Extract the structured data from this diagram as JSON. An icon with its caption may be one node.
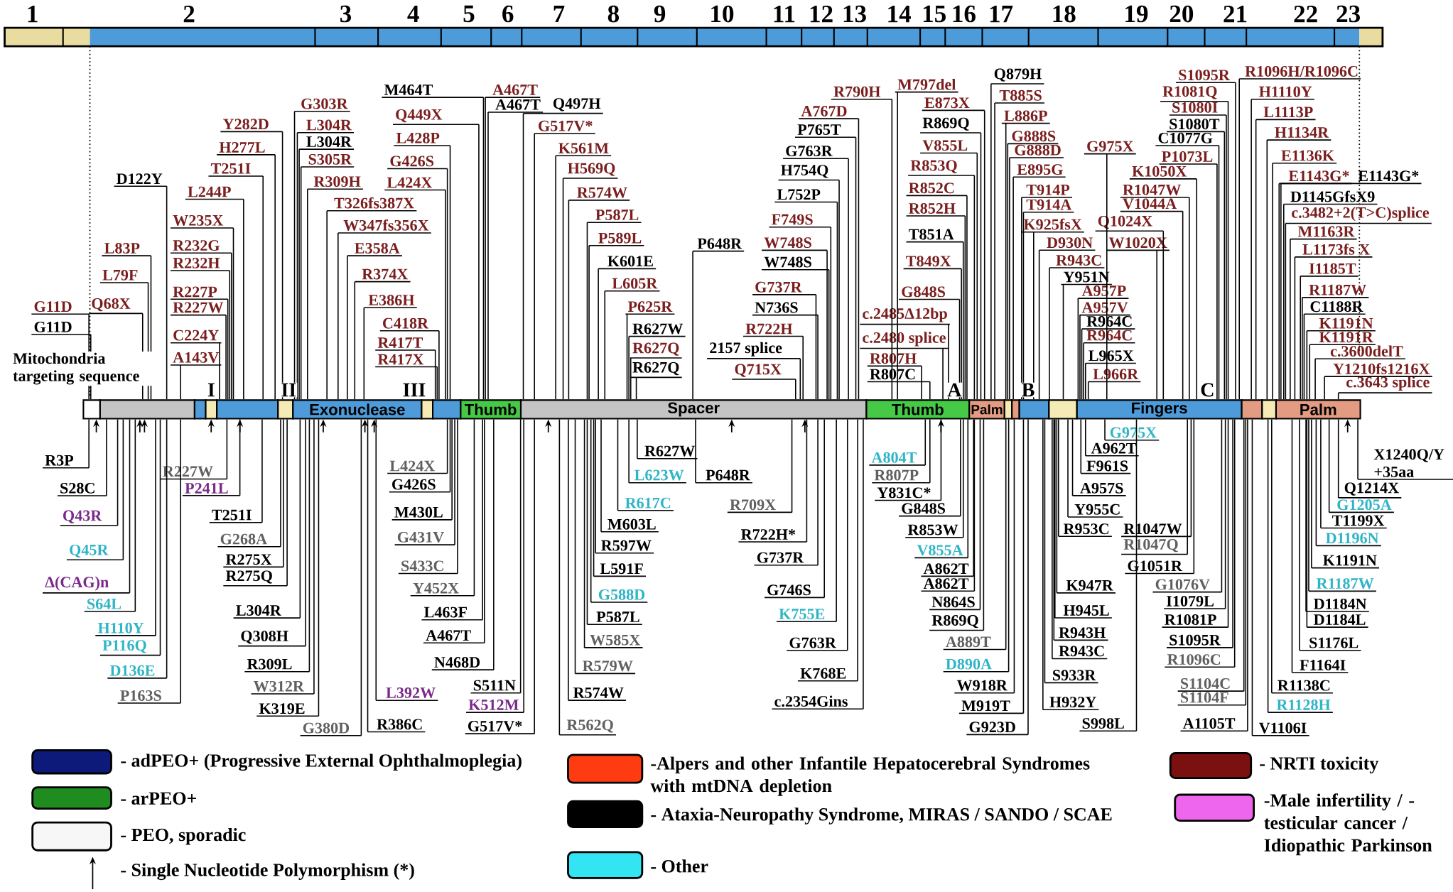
{
  "diagram": {
    "nodes": [
      {
        "text": [
          "G11D"
        ]
      },
      {
        "text": [
          "G11D"
        ]
      },
      {
        "text": [
          "Q68X"
        ]
      },
      {
        "text": [
          "L79F"
        ]
      },
      {
        "text": [
          "L83P"
        ]
      },
      {
        "text": [
          "D122Y"
        ]
      },
      {
        "text": [
          "A143V"
        ]
      },
      {
        "text": [
          "C224Y"
        ]
      },
      {
        "text": [
          "R227P"
        ]
      },
      {
        "text": [
          "R227W"
        ]
      },
      {
        "text": [
          "R232G"
        ]
      },
      {
        "text": [
          "R232H"
        ]
      },
      {
        "text": [
          "W235X"
        ]
      },
      {
        "text": [
          "L244P"
        ]
      },
      {
        "text": [
          "T251I"
        ]
      },
      {
        "text": [
          "H277L"
        ]
      },
      {
        "text": [
          "Y282D"
        ]
      },
      {
        "text": [
          "G303R"
        ]
      },
      {
        "text": [
          "L304R"
        ]
      },
      {
        "text": [
          "L304R"
        ]
      },
      {
        "text": [
          "S305R"
        ]
      },
      {
        "text": [
          "R309H"
        ]
      },
      {
        "text": [
          "T326fs387X"
        ]
      },
      {
        "text": [
          "W347fs356X"
        ]
      },
      {
        "text": [
          "E358A"
        ]
      },
      {
        "text": [
          "R374X"
        ]
      },
      {
        "text": [
          "E386H"
        ]
      },
      {
        "text": [
          "C418R"
        ]
      },
      {
        "text": [
          "R417T"
        ]
      },
      {
        "text": [
          "R417X"
        ]
      },
      {
        "text": [
          "M464T"
        ]
      },
      {
        "text": [
          "Q449X"
        ]
      },
      {
        "text": [
          "L428P"
        ]
      },
      {
        "text": [
          "G426S"
        ]
      },
      {
        "text": [
          "L424X"
        ]
      },
      {
        "text": [
          "A467T"
        ]
      },
      {
        "text": [
          "A467T"
        ]
      },
      {
        "text": [
          "Q497H"
        ]
      },
      {
        "text": [
          "G517V*"
        ]
      },
      {
        "text": [
          "K561M"
        ]
      },
      {
        "text": [
          "H569Q"
        ]
      },
      {
        "text": [
          "R574W"
        ]
      },
      {
        "text": [
          "P587L"
        ]
      },
      {
        "text": [
          "P589L"
        ]
      },
      {
        "text": [
          "K601E"
        ]
      },
      {
        "text": [
          "L605R"
        ]
      },
      {
        "text": [
          "P625R"
        ]
      },
      {
        "text": [
          "R627W"
        ]
      },
      {
        "text": [
          "R627Q"
        ]
      },
      {
        "text": [
          "R627Q"
        ]
      },
      {
        "text": [
          "P648R"
        ]
      },
      {
        "text": [
          "2157 splice"
        ]
      },
      {
        "text": [
          "Q715X"
        ]
      },
      {
        "text": [
          "R722H"
        ]
      },
      {
        "text": [
          "N736S"
        ]
      },
      {
        "text": [
          "G737R"
        ]
      },
      {
        "text": [
          "W748S"
        ]
      },
      {
        "text": [
          "W748S"
        ]
      },
      {
        "text": [
          "F749S"
        ]
      },
      {
        "text": [
          "L752P"
        ]
      },
      {
        "text": [
          "H754Q"
        ]
      },
      {
        "text": [
          "G763R"
        ]
      },
      {
        "text": [
          "P765T"
        ]
      },
      {
        "text": [
          "A767D"
        ]
      },
      {
        "text": [
          "R790H"
        ]
      },
      {
        "text": [
          "c.2485Δ12bp"
        ]
      },
      {
        "text": [
          "c.2480 splice"
        ]
      },
      {
        "text": [
          "R807H"
        ]
      },
      {
        "text": [
          "R807C"
        ]
      },
      {
        "text": [
          "M797del"
        ]
      },
      {
        "text": [
          "E873X"
        ]
      },
      {
        "text": [
          "R869Q"
        ]
      },
      {
        "text": [
          "V855L"
        ]
      },
      {
        "text": [
          "R853Q"
        ]
      },
      {
        "text": [
          "R852C"
        ]
      },
      {
        "text": [
          "R852H"
        ]
      },
      {
        "text": [
          "T851A"
        ]
      },
      {
        "text": [
          "T849X"
        ]
      },
      {
        "text": [
          "G848S"
        ]
      },
      {
        "text": [
          "Q879H"
        ]
      },
      {
        "text": [
          "T885S"
        ]
      },
      {
        "text": [
          "L886P"
        ]
      },
      {
        "text": [
          "G888S"
        ]
      },
      {
        "text": [
          "G888D"
        ]
      },
      {
        "text": [
          "E895G"
        ]
      },
      {
        "text": [
          "T914P"
        ]
      },
      {
        "text": [
          "T914A"
        ]
      },
      {
        "text": [
          "K925fsX"
        ]
      },
      {
        "text": [
          "D930N"
        ]
      },
      {
        "text": [
          "R943C"
        ]
      },
      {
        "text": [
          "Y951N"
        ]
      },
      {
        "text": [
          "A957P"
        ]
      },
      {
        "text": [
          "A957V"
        ]
      },
      {
        "text": [
          "R964C"
        ]
      },
      {
        "text": [
          "R964C"
        ]
      },
      {
        "text": [
          "L965X"
        ]
      },
      {
        "text": [
          "L966R"
        ]
      },
      {
        "text": [
          "G975X"
        ]
      },
      {
        "text": [
          "Q1024X"
        ]
      },
      {
        "text": [
          "W1020X"
        ]
      },
      {
        "text": [
          "R1047W"
        ]
      },
      {
        "text": [
          "V1044A"
        ]
      },
      {
        "text": [
          "K1050X"
        ]
      },
      {
        "text": [
          "P1073L"
        ]
      },
      {
        "text": [
          "C1077G"
        ]
      },
      {
        "text": [
          "S1080T"
        ]
      },
      {
        "text": [
          "S1080I"
        ]
      },
      {
        "text": [
          "R1081Q"
        ]
      },
      {
        "text": [
          "S1095R"
        ]
      },
      {
        "text": [
          "R1096H/R1096C"
        ]
      },
      {
        "text": [
          "H1110Y"
        ]
      },
      {
        "text": [
          "L1113P"
        ]
      },
      {
        "text": [
          "H1134R"
        ]
      },
      {
        "text": [
          "E1136K"
        ]
      },
      {
        "text": [
          "E1143G*"
        ]
      },
      {
        "text": [
          "E1143G*"
        ]
      },
      {
        "text": [
          "D1145GfsX9"
        ]
      },
      {
        "text": [
          "c.3482+2(T>C)splice"
        ]
      },
      {
        "text": [
          "M1163R"
        ]
      },
      {
        "text": [
          "L1173fs X"
        ]
      },
      {
        "text": [
          "I1185T"
        ]
      },
      {
        "text": [
          "R1187W"
        ]
      },
      {
        "text": [
          "C1188R"
        ]
      },
      {
        "text": [
          "K1191N"
        ]
      },
      {
        "text": [
          "K1191R"
        ]
      },
      {
        "text": [
          "c.3600delT"
        ]
      },
      {
        "text": [
          "Y1210fs1216X"
        ]
      },
      {
        "text": [
          "c.3643 splice"
        ]
      },
      {
        "text": [
          "Exonuclease"
        ]
      },
      {
        "text": [
          "Thumb"
        ]
      },
      {
        "text": [
          "Spacer"
        ]
      },
      {
        "text": [
          "Thumb"
        ]
      },
      {
        "text": [
          "Palm"
        ]
      },
      {
        "text": [
          "Fingers"
        ]
      },
      {
        "text": [
          "Palm"
        ]
      },
      {
        "text": [
          "R3P"
        ]
      },
      {
        "text": [
          "S28C"
        ]
      },
      {
        "text": [
          "Q43R"
        ]
      },
      {
        "text": [
          "Q45R"
        ]
      },
      {
        "text": [
          "Δ(CAG)n"
        ]
      },
      {
        "text": [
          "S64L"
        ]
      },
      {
        "text": [
          "H110Y"
        ]
      },
      {
        "text": [
          "P116Q"
        ]
      },
      {
        "text": [
          "D136E"
        ]
      },
      {
        "text": [
          "P163S"
        ]
      },
      {
        "text": [
          "R227W"
        ]
      },
      {
        "text": [
          "P241L"
        ]
      },
      {
        "text": [
          "T251I"
        ]
      },
      {
        "text": [
          "G268A"
        ]
      },
      {
        "text": [
          "R275X"
        ]
      },
      {
        "text": [
          "R275Q"
        ]
      },
      {
        "text": [
          "L304R"
        ]
      },
      {
        "text": [
          "Q308H"
        ]
      },
      {
        "text": [
          "R309L"
        ]
      },
      {
        "text": [
          "W312R"
        ]
      },
      {
        "text": [
          "K319E"
        ]
      },
      {
        "text": [
          "G380D"
        ]
      },
      {
        "text": [
          "R386C"
        ]
      },
      {
        "text": [
          "L392W"
        ]
      },
      {
        "text": [
          "L424X"
        ]
      },
      {
        "text": [
          "G426S"
        ]
      },
      {
        "text": [
          "M430L"
        ]
      },
      {
        "text": [
          "G431V"
        ]
      },
      {
        "text": [
          "S433C"
        ]
      },
      {
        "text": [
          "Y452X"
        ]
      },
      {
        "text": [
          "L463F"
        ]
      },
      {
        "text": [
          "A467T"
        ]
      },
      {
        "text": [
          "N468D"
        ]
      },
      {
        "text": [
          "S511N"
        ]
      },
      {
        "text": [
          "K512M"
        ]
      },
      {
        "text": [
          "G517V*"
        ]
      },
      {
        "text": [
          "R562Q"
        ]
      },
      {
        "text": [
          "R574W"
        ]
      },
      {
        "text": [
          "R579W"
        ]
      },
      {
        "text": [
          "W585X"
        ]
      },
      {
        "text": [
          "P587L"
        ]
      },
      {
        "text": [
          "G588D"
        ]
      },
      {
        "text": [
          "L591F"
        ]
      },
      {
        "text": [
          "R597W"
        ]
      },
      {
        "text": [
          "M603L"
        ]
      },
      {
        "text": [
          "R617C"
        ]
      },
      {
        "text": [
          "L623W"
        ]
      },
      {
        "text": [
          "R627W"
        ]
      },
      {
        "text": [
          "P648R"
        ]
      },
      {
        "text": [
          "R709X"
        ]
      },
      {
        "text": [
          "R722H*"
        ]
      },
      {
        "text": [
          "G737R"
        ]
      },
      {
        "text": [
          "G746S"
        ]
      },
      {
        "text": [
          "K755E"
        ]
      },
      {
        "text": [
          "G763R"
        ]
      },
      {
        "text": [
          "K768E"
        ]
      },
      {
        "text": [
          "c.2354Gins"
        ]
      },
      {
        "text": [
          "A804T"
        ]
      },
      {
        "text": [
          "R807P"
        ]
      },
      {
        "text": [
          "Y831C*"
        ]
      },
      {
        "text": [
          "G848S"
        ]
      },
      {
        "text": [
          "R853W"
        ]
      },
      {
        "text": [
          "V855A"
        ]
      },
      {
        "text": [
          "A862T"
        ]
      },
      {
        "text": [
          "A862T"
        ]
      },
      {
        "text": [
          "N864S"
        ]
      },
      {
        "text": [
          "R869Q"
        ]
      },
      {
        "text": [
          "A889T"
        ]
      },
      {
        "text": [
          "D890A"
        ]
      },
      {
        "text": [
          "W918R"
        ]
      },
      {
        "text": [
          "M919T"
        ]
      },
      {
        "text": [
          "G923D"
        ]
      },
      {
        "text": [
          "G975X"
        ]
      },
      {
        "text": [
          "A962T"
        ]
      },
      {
        "text": [
          "F961S"
        ]
      },
      {
        "text": [
          "A957S"
        ]
      },
      {
        "text": [
          "Y955C"
        ]
      },
      {
        "text": [
          "R953C"
        ]
      },
      {
        "text": [
          "R1047W"
        ]
      },
      {
        "text": [
          "R1047Q"
        ]
      },
      {
        "text": [
          "G1051R"
        ]
      },
      {
        "text": [
          "K947R"
        ]
      },
      {
        "text": [
          "H945L"
        ]
      },
      {
        "text": [
          "R943H"
        ]
      },
      {
        "text": [
          "R943C"
        ]
      },
      {
        "text": [
          "S933R"
        ]
      },
      {
        "text": [
          "H932Y"
        ]
      },
      {
        "text": [
          "S998L"
        ]
      },
      {
        "text": [
          "G1076V"
        ]
      },
      {
        "text": [
          "I1079L"
        ]
      },
      {
        "text": [
          "R1081P"
        ]
      },
      {
        "text": [
          "S1095R"
        ]
      },
      {
        "text": [
          "R1096C"
        ]
      },
      {
        "text": [
          "S1104C"
        ]
      },
      {
        "text": [
          "S1104F"
        ]
      },
      {
        "text": [
          "A1105T"
        ]
      },
      {
        "text": [
          "V1106I"
        ]
      },
      {
        "text": [
          "R1128H"
        ]
      },
      {
        "text": [
          "R1138C"
        ]
      },
      {
        "text": [
          "F1164I"
        ]
      },
      {
        "text": [
          "S1176L"
        ]
      },
      {
        "text": [
          "D1184N"
        ]
      },
      {
        "text": [
          "D1184L"
        ]
      },
      {
        "text": [
          "R1187W"
        ]
      },
      {
        "text": [
          "K1191N"
        ]
      },
      {
        "text": [
          "D1196N"
        ]
      },
      {
        "text": [
          "T1199X"
        ]
      },
      {
        "text": [
          "G1205A"
        ]
      },
      {
        "text": [
          "Q1214X"
        ]
      },
      {
        "text": [
          "X1240Q/Y +35aa"
        ]
      },
      {
        "text": [],
        "shape": "box"
      },
      {
        "text": [],
        "shape": "box"
      },
      {
        "text": [],
        "shape": "box"
      },
      {
        "text": [],
        "shape": "box"
      },
      {
        "text": [],
        "shape": "box"
      },
      {
        "text": [],
        "shape": "box"
      },
      {
        "text": [],
        "shape": "box"
      },
      {
        "text": [],
        "shape": "box"
      },
      {
        "text": [],
        "shape": "box"
      },
      {
        "text": [],
        "shape": "box"
      },
      {
        "text": [],
        "shape": "box"
      },
      {
        "text": [],
        "shape": "box"
      },
      {
        "text": [],
        "shape": "box"
      },
      {
        "text": [],
        "shape": "box"
      }
    ],
    "edges": [
      {
        "from": 0,
        "to": 245,
        "arrow": "none"
      },
      {
        "from": 1,
        "to": 245,
        "arrow": "none"
      },
      {
        "from": 2,
        "to": 246,
        "arrow": "none"
      },
      {
        "from": 3,
        "to": 246,
        "arrow": "none"
      },
      {
        "from": 4,
        "to": 246,
        "arrow": "none"
      },
      {
        "from": 5,
        "to": 246,
        "arrow": "none"
      },
      {
        "from": 6,
        "to": 246,
        "arrow": "none"
      },
      {
        "from": 7,
        "to": 249,
        "arrow": "none"
      },
      {
        "from": 8,
        "to": 249,
        "arrow": "none"
      },
      {
        "from": 9,
        "to": 249,
        "arrow": "none"
      },
      {
        "from": 10,
        "to": 249,
        "arrow": "none"
      },
      {
        "from": 11,
        "to": 249,
        "arrow": "none"
      },
      {
        "from": 12,
        "to": 249,
        "arrow": "none"
      },
      {
        "from": 13,
        "to": 249,
        "arrow": "none"
      },
      {
        "from": 14,
        "to": 249,
        "arrow": "none"
      },
      {
        "from": 15,
        "to": 249,
        "arrow": "none"
      },
      {
        "from": 16,
        "to": 250,
        "arrow": "none"
      },
      {
        "from": 17,
        "to": 128,
        "arrow": "none"
      },
      {
        "from": 18,
        "to": 128,
        "arrow": "none"
      },
      {
        "from": 19,
        "to": 128,
        "arrow": "none"
      },
      {
        "from": 20,
        "to": 128,
        "arrow": "none"
      },
      {
        "from": 21,
        "to": 128,
        "arrow": "none"
      },
      {
        "from": 22,
        "to": 128,
        "arrow": "none"
      },
      {
        "from": 23,
        "to": 128,
        "arrow": "none"
      },
      {
        "from": 24,
        "to": 128,
        "arrow": "none"
      },
      {
        "from": 25,
        "to": 128,
        "arrow": "none"
      },
      {
        "from": 26,
        "to": 128,
        "arrow": "none"
      },
      {
        "from": 27,
        "to": 252,
        "arrow": "none"
      },
      {
        "from": 28,
        "to": 252,
        "arrow": "none"
      },
      {
        "from": 29,
        "to": 252,
        "arrow": "none"
      },
      {
        "from": 30,
        "to": 129,
        "arrow": "none"
      },
      {
        "from": 31,
        "to": 129,
        "arrow": "none"
      },
      {
        "from": 32,
        "to": 252,
        "arrow": "none"
      },
      {
        "from": 33,
        "to": 252,
        "arrow": "none"
      },
      {
        "from": 34,
        "to": 252,
        "arrow": "none"
      },
      {
        "from": 35,
        "to": 129,
        "arrow": "none"
      },
      {
        "from": 36,
        "to": 129,
        "arrow": "none"
      },
      {
        "from": 37,
        "to": 130,
        "arrow": "none"
      },
      {
        "from": 38,
        "to": 130,
        "arrow": "none"
      },
      {
        "from": 39,
        "to": 130,
        "arrow": "none"
      },
      {
        "from": 40,
        "to": 130,
        "arrow": "none"
      },
      {
        "from": 41,
        "to": 130,
        "arrow": "none"
      },
      {
        "from": 42,
        "to": 130,
        "arrow": "none"
      },
      {
        "from": 43,
        "to": 130,
        "arrow": "none"
      },
      {
        "from": 44,
        "to": 130,
        "arrow": "none"
      },
      {
        "from": 45,
        "to": 130,
        "arrow": "none"
      },
      {
        "from": 46,
        "to": 130,
        "arrow": "none"
      },
      {
        "from": 47,
        "to": 130,
        "arrow": "none"
      },
      {
        "from": 48,
        "to": 130,
        "arrow": "none"
      },
      {
        "from": 49,
        "to": 130,
        "arrow": "none"
      },
      {
        "from": 50,
        "to": 130,
        "arrow": "none"
      },
      {
        "from": 51,
        "to": 130,
        "arrow": "none"
      },
      {
        "from": 52,
        "to": 130,
        "arrow": "none"
      },
      {
        "from": 53,
        "to": 130,
        "arrow": "none"
      },
      {
        "from": 54,
        "to": 130,
        "arrow": "none"
      },
      {
        "from": 55,
        "to": 130,
        "arrow": "none"
      },
      {
        "from": 56,
        "to": 130,
        "arrow": "none"
      },
      {
        "from": 57,
        "to": 130,
        "arrow": "none"
      },
      {
        "from": 58,
        "to": 130,
        "arrow": "none"
      },
      {
        "from": 59,
        "to": 130,
        "arrow": "none"
      },
      {
        "from": 60,
        "to": 130,
        "arrow": "none"
      },
      {
        "from": 61,
        "to": 130,
        "arrow": "none"
      },
      {
        "from": 62,
        "to": 130,
        "arrow": "none"
      },
      {
        "from": 63,
        "to": 130,
        "arrow": "none"
      },
      {
        "from": 64,
        "to": 131,
        "arrow": "none"
      },
      {
        "from": 65,
        "to": 131,
        "arrow": "none"
      },
      {
        "from": 66,
        "to": 131,
        "arrow": "none"
      },
      {
        "from": 67,
        "to": 131,
        "arrow": "none"
      },
      {
        "from": 68,
        "to": 131,
        "arrow": "none"
      },
      {
        "from": 69,
        "to": 131,
        "arrow": "none"
      },
      {
        "from": 70,
        "to": 132,
        "arrow": "none"
      },
      {
        "from": 71,
        "to": 132,
        "arrow": "none"
      },
      {
        "from": 72,
        "to": 132,
        "arrow": "none"
      },
      {
        "from": 73,
        "to": 132,
        "arrow": "none"
      },
      {
        "from": 74,
        "to": 131,
        "arrow": "none"
      },
      {
        "from": 75,
        "to": 131,
        "arrow": "none"
      },
      {
        "from": 76,
        "to": 131,
        "arrow": "none"
      },
      {
        "from": 77,
        "to": 131,
        "arrow": "none"
      },
      {
        "from": 78,
        "to": 131,
        "arrow": "none"
      },
      {
        "from": 79,
        "to": 132,
        "arrow": "none"
      },
      {
        "from": 80,
        "to": 132,
        "arrow": "none"
      },
      {
        "from": 81,
        "to": 253,
        "arrow": "none"
      },
      {
        "from": 82,
        "to": 253,
        "arrow": "none"
      },
      {
        "from": 83,
        "to": 253,
        "arrow": "none"
      },
      {
        "from": 84,
        "to": 254,
        "arrow": "none"
      },
      {
        "from": 85,
        "to": 255,
        "arrow": "none"
      },
      {
        "from": 86,
        "to": 255,
        "arrow": "none"
      },
      {
        "from": 87,
        "to": 255,
        "arrow": "none"
      },
      {
        "from": 88,
        "to": 255,
        "arrow": "none"
      },
      {
        "from": 89,
        "to": 255,
        "arrow": "none"
      },
      {
        "from": 90,
        "to": 256,
        "arrow": "none"
      },
      {
        "from": 91,
        "to": 133,
        "arrow": "none"
      },
      {
        "from": 92,
        "to": 133,
        "arrow": "none"
      },
      {
        "from": 93,
        "to": 133,
        "arrow": "none"
      },
      {
        "from": 94,
        "to": 133,
        "arrow": "none"
      },
      {
        "from": 95,
        "to": 133,
        "arrow": "none"
      },
      {
        "from": 96,
        "to": 133,
        "arrow": "none"
      },
      {
        "from": 97,
        "to": 133,
        "arrow": "none"
      },
      {
        "from": 98,
        "to": 133,
        "arrow": "none"
      },
      {
        "from": 99,
        "to": 133,
        "arrow": "none"
      },
      {
        "from": 100,
        "to": 133,
        "arrow": "none"
      },
      {
        "from": 101,
        "to": 133,
        "arrow": "none"
      },
      {
        "from": 102,
        "to": 133,
        "arrow": "none"
      },
      {
        "from": 103,
        "to": 133,
        "arrow": "none"
      },
      {
        "from": 104,
        "to": 133,
        "arrow": "none"
      },
      {
        "from": 105,
        "to": 133,
        "arrow": "none"
      },
      {
        "from": 106,
        "to": 133,
        "arrow": "none"
      },
      {
        "from": 107,
        "to": 133,
        "arrow": "none"
      },
      {
        "from": 108,
        "to": 133,
        "arrow": "none"
      },
      {
        "from": 109,
        "to": 133,
        "arrow": "none"
      },
      {
        "from": 110,
        "to": 257,
        "arrow": "none"
      },
      {
        "from": 111,
        "to": 257,
        "arrow": "none"
      },
      {
        "from": 112,
        "to": 258,
        "arrow": "none"
      },
      {
        "from": 113,
        "to": 258,
        "arrow": "none"
      },
      {
        "from": 114,
        "to": 134,
        "arrow": "none"
      },
      {
        "from": 115,
        "to": 134,
        "arrow": "none"
      },
      {
        "from": 116,
        "to": 134,
        "arrow": "none"
      },
      {
        "from": 117,
        "to": 134,
        "arrow": "none"
      },
      {
        "from": 118,
        "to": 134,
        "arrow": "none"
      },
      {
        "from": 119,
        "to": 134,
        "arrow": "none"
      },
      {
        "from": 120,
        "to": 134,
        "arrow": "none"
      },
      {
        "from": 121,
        "to": 134,
        "arrow": "none"
      },
      {
        "from": 122,
        "to": 134,
        "arrow": "none"
      },
      {
        "from": 123,
        "to": 134,
        "arrow": "none"
      },
      {
        "from": 124,
        "to": 134,
        "arrow": "none"
      },
      {
        "from": 125,
        "to": 134,
        "arrow": "none"
      },
      {
        "from": 126,
        "to": 134,
        "arrow": "none"
      },
      {
        "from": 127,
        "to": 134,
        "arrow": "none"
      },
      {
        "from": 135,
        "to": 245,
        "arrow": "none"
      },
      {
        "from": 136,
        "to": 246,
        "arrow": "none"
      },
      {
        "from": 137,
        "to": 246,
        "arrow": "none"
      },
      {
        "from": 138,
        "to": 246,
        "arrow": "none"
      },
      {
        "from": 139,
        "to": 246,
        "arrow": "none"
      },
      {
        "from": 140,
        "to": 246,
        "arrow": "none"
      },
      {
        "from": 141,
        "to": 246,
        "arrow": "none"
      },
      {
        "from": 142,
        "to": 246,
        "arrow": "none"
      },
      {
        "from": 143,
        "to": 246,
        "arrow": "none"
      },
      {
        "from": 144,
        "to": 246,
        "arrow": "none"
      },
      {
        "from": 145,
        "to": 249,
        "arrow": "none"
      },
      {
        "from": 146,
        "to": 249,
        "arrow": "none"
      },
      {
        "from": 147,
        "to": 249,
        "arrow": "none"
      },
      {
        "from": 148,
        "to": 250,
        "arrow": "none"
      },
      {
        "from": 149,
        "to": 250,
        "arrow": "none"
      },
      {
        "from": 150,
        "to": 250,
        "arrow": "none"
      },
      {
        "from": 151,
        "to": 128,
        "arrow": "none"
      },
      {
        "from": 152,
        "to": 128,
        "arrow": "none"
      },
      {
        "from": 153,
        "to": 128,
        "arrow": "none"
      },
      {
        "from": 154,
        "to": 128,
        "arrow": "none"
      },
      {
        "from": 155,
        "to": 128,
        "arrow": "none"
      },
      {
        "from": 156,
        "to": 128,
        "arrow": "none"
      },
      {
        "from": 157,
        "to": 128,
        "arrow": "none"
      },
      {
        "from": 158,
        "to": 128,
        "arrow": "none"
      },
      {
        "from": 159,
        "to": 252,
        "arrow": "none"
      },
      {
        "from": 160,
        "to": 252,
        "arrow": "none"
      },
      {
        "from": 161,
        "to": 252,
        "arrow": "none"
      },
      {
        "from": 162,
        "to": 252,
        "arrow": "none"
      },
      {
        "from": 163,
        "to": 252,
        "arrow": "none"
      },
      {
        "from": 164,
        "to": 129,
        "arrow": "none"
      },
      {
        "from": 165,
        "to": 129,
        "arrow": "none"
      },
      {
        "from": 166,
        "to": 129,
        "arrow": "none"
      },
      {
        "from": 167,
        "to": 129,
        "arrow": "none"
      },
      {
        "from": 168,
        "to": 129,
        "arrow": "none"
      },
      {
        "from": 169,
        "to": 129,
        "arrow": "none"
      },
      {
        "from": 170,
        "to": 130,
        "arrow": "none"
      },
      {
        "from": 171,
        "to": 130,
        "arrow": "none"
      },
      {
        "from": 172,
        "to": 130,
        "arrow": "none"
      },
      {
        "from": 173,
        "to": 130,
        "arrow": "none"
      },
      {
        "from": 174,
        "to": 130,
        "arrow": "none"
      },
      {
        "from": 175,
        "to": 130,
        "arrow": "none"
      },
      {
        "from": 176,
        "to": 130,
        "arrow": "none"
      },
      {
        "from": 177,
        "to": 130,
        "arrow": "none"
      },
      {
        "from": 178,
        "to": 130,
        "arrow": "none"
      },
      {
        "from": 179,
        "to": 130,
        "arrow": "none"
      },
      {
        "from": 180,
        "to": 130,
        "arrow": "none"
      },
      {
        "from": 181,
        "to": 130,
        "arrow": "none"
      },
      {
        "from": 182,
        "to": 130,
        "arrow": "none"
      },
      {
        "from": 183,
        "to": 130,
        "arrow": "none"
      },
      {
        "from": 184,
        "to": 130,
        "arrow": "none"
      },
      {
        "from": 185,
        "to": 130,
        "arrow": "none"
      },
      {
        "from": 186,
        "to": 130,
        "arrow": "none"
      },
      {
        "from": 187,
        "to": 130,
        "arrow": "none"
      },
      {
        "from": 188,
        "to": 130,
        "arrow": "none"
      },
      {
        "from": 189,
        "to": 130,
        "arrow": "none"
      },
      {
        "from": 190,
        "to": 130,
        "arrow": "none"
      },
      {
        "from": 191,
        "to": 130,
        "arrow": "none"
      },
      {
        "from": 192,
        "to": 131,
        "arrow": "none"
      },
      {
        "from": 193,
        "to": 131,
        "arrow": "none"
      },
      {
        "from": 194,
        "to": 131,
        "arrow": "none"
      },
      {
        "from": 195,
        "to": 131,
        "arrow": "none"
      },
      {
        "from": 196,
        "to": 131,
        "arrow": "none"
      },
      {
        "from": 197,
        "to": 131,
        "arrow": "none"
      },
      {
        "from": 198,
        "to": 132,
        "arrow": "none"
      },
      {
        "from": 199,
        "to": 132,
        "arrow": "none"
      },
      {
        "from": 200,
        "to": 132,
        "arrow": "none"
      },
      {
        "from": 201,
        "to": 132,
        "arrow": "none"
      },
      {
        "from": 202,
        "to": 253,
        "arrow": "none"
      },
      {
        "from": 203,
        "to": 253,
        "arrow": "none"
      },
      {
        "from": 204,
        "to": 254,
        "arrow": "none"
      },
      {
        "from": 205,
        "to": 255,
        "arrow": "none"
      },
      {
        "from": 206,
        "to": 255,
        "arrow": "none"
      },
      {
        "from": 207,
        "to": 133,
        "arrow": "none"
      },
      {
        "from": 208,
        "to": 133,
        "arrow": "none"
      },
      {
        "from": 209,
        "to": 133,
        "arrow": "none"
      },
      {
        "from": 210,
        "to": 256,
        "arrow": "none"
      },
      {
        "from": 211,
        "to": 256,
        "arrow": "none"
      },
      {
        "from": 212,
        "to": 256,
        "arrow": "none"
      },
      {
        "from": 213,
        "to": 133,
        "arrow": "none"
      },
      {
        "from": 214,
        "to": 133,
        "arrow": "none"
      },
      {
        "from": 215,
        "to": 133,
        "arrow": "none"
      },
      {
        "from": 216,
        "to": 256,
        "arrow": "none"
      },
      {
        "from": 217,
        "to": 256,
        "arrow": "none"
      },
      {
        "from": 218,
        "to": 256,
        "arrow": "none"
      },
      {
        "from": 219,
        "to": 256,
        "arrow": "none"
      },
      {
        "from": 220,
        "to": 255,
        "arrow": "none"
      },
      {
        "from": 221,
        "to": 255,
        "arrow": "none"
      },
      {
        "from": 222,
        "to": 133,
        "arrow": "none"
      },
      {
        "from": 223,
        "to": 133,
        "arrow": "none"
      },
      {
        "from": 224,
        "to": 133,
        "arrow": "none"
      },
      {
        "from": 225,
        "to": 133,
        "arrow": "none"
      },
      {
        "from": 226,
        "to": 133,
        "arrow": "none"
      },
      {
        "from": 227,
        "to": 133,
        "arrow": "none"
      },
      {
        "from": 228,
        "to": 257,
        "arrow": "none"
      },
      {
        "from": 229,
        "to": 257,
        "arrow": "none"
      },
      {
        "from": 230,
        "to": 257,
        "arrow": "none"
      },
      {
        "from": 231,
        "to": 257,
        "arrow": "none"
      },
      {
        "from": 232,
        "to": 258,
        "arrow": "none"
      },
      {
        "from": 233,
        "to": 258,
        "arrow": "none"
      },
      {
        "from": 234,
        "to": 134,
        "arrow": "none"
      },
      {
        "from": 235,
        "to": 134,
        "arrow": "none"
      },
      {
        "from": 236,
        "to": 134,
        "arrow": "none"
      },
      {
        "from": 237,
        "to": 134,
        "arrow": "none"
      },
      {
        "from": 238,
        "to": 134,
        "arrow": "none"
      },
      {
        "from": 239,
        "to": 134,
        "arrow": "none"
      },
      {
        "from": 240,
        "to": 134,
        "arrow": "none"
      },
      {
        "from": 241,
        "to": 134,
        "arrow": "none"
      },
      {
        "from": 242,
        "to": 134,
        "arrow": "none"
      },
      {
        "from": 243,
        "to": 134,
        "arrow": "none"
      },
      {
        "from": 244,
        "to": 134,
        "arrow": "none"
      },
      {
        "from": null,
        "to": 245,
        "arrow": "to"
      },
      {
        "from": null,
        "to": 246,
        "arrow": "to"
      },
      {
        "from": null,
        "to": 246,
        "arrow": "to"
      },
      {
        "from": null,
        "to": 248,
        "arrow": "to"
      },
      {
        "from": null,
        "to": 249,
        "arrow": "to"
      },
      {
        "from": null,
        "to": 128,
        "arrow": "to"
      },
      {
        "from": null,
        "to": 128,
        "arrow": "to"
      },
      {
        "from": null,
        "to": 128,
        "arrow": "to"
      },
      {
        "from": null,
        "to": 130,
        "arrow": "to"
      },
      {
        "from": null,
        "to": 130,
        "arrow": "to"
      },
      {
        "from": null,
        "to": 130,
        "arrow": "to"
      },
      {
        "from": null,
        "to": 131,
        "arrow": "to"
      },
      {
        "from": null,
        "to": 134,
        "arrow": "to"
      }
    ],
    "labels": [
      "1",
      "2",
      "3",
      "4",
      "5",
      "6",
      "7",
      "8",
      "9",
      "10",
      "11",
      "12",
      "13",
      "14",
      "15",
      "16",
      "17",
      "18",
      "19",
      "20",
      "21",
      "22",
      "23",
      "Mitochondria targeting sequence",
      "I",
      "II",
      "III",
      "A",
      "B",
      "C"
    ],
    "legend": [
      {
        "text": "- adPEO+ (Progressive External Ophthalmoplegia)",
        "color": "#0d1a7a"
      },
      {
        "text": "- arPEO+",
        "color": "#1e8c1e"
      },
      {
        "text": "- PEO, sporadic",
        "color": "#f7f7f7"
      },
      {
        "text": "- Single Nucleotide Polymorphism (*)"
      },
      {
        "text": "-Alpers and other Infantile Hepatocerebral Syndromes with mtDNA depletion",
        "color": "#ff3b12"
      },
      {
        "text": "- Ataxia-Neuropathy Syndrome, MIRAS / SANDO / SCAE",
        "color": "#000000"
      },
      {
        "text": "- Other",
        "color": "#33e4f2"
      },
      {
        "text": "- NRTI toxicity",
        "color": "#7a1010"
      },
      {
        "text": "-Male infertility / - testicular cancer / Idiopathic Parkinson",
        "color": "#ee66ee"
      }
    ]
  }
}
